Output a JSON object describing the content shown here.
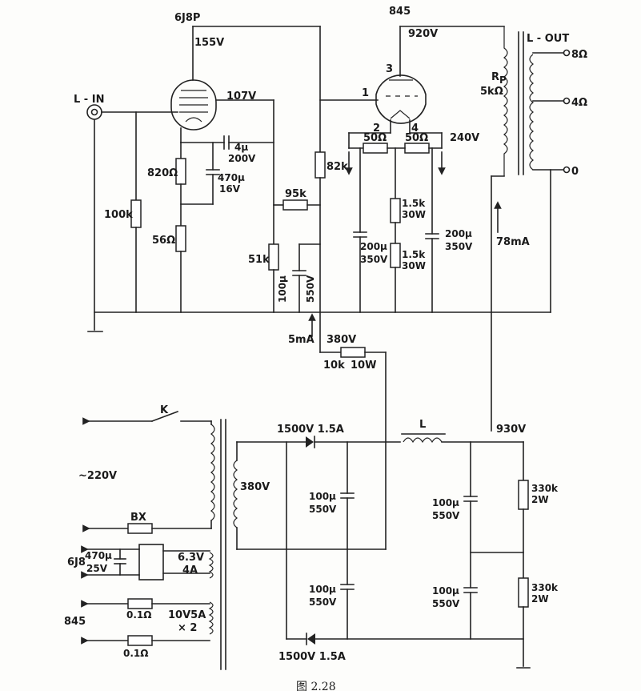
{
  "labels": {
    "tube1": "6J8P",
    "tube2": "845",
    "v155": "155V",
    "v107": "107V",
    "v920": "920V",
    "v240": "240V",
    "l_in": "L - IN",
    "l_out": "L - OUT",
    "out8": "8Ω",
    "out4": "4Ω",
    "out0": "0",
    "rp": "R",
    "rp_sub": "P",
    "rp_val": "5kΩ",
    "pin1": "1",
    "pin2": "2",
    "pin3": "3",
    "pin4": "4",
    "c4u_1": "4μ",
    "c4u_2": "200V",
    "r820": "820Ω",
    "c470_1": "470μ",
    "c470_2": "16V",
    "r100k": "100k",
    "r56": "56Ω",
    "r95k": "95k",
    "r82k": "82k",
    "r51k": "51k",
    "c100u_a": "100μ",
    "c100u_b": "550V",
    "r50a": "50Ω",
    "r50b": "50Ω",
    "r15k_a1": "1.5k",
    "r15k_a2": "30W",
    "r15k_b1": "1.5k",
    "r15k_b2": "30W",
    "c200a_1": "200μ",
    "c200a_2": "350V",
    "c200b_1": "200μ",
    "c200b_2": "350V",
    "i78": "78mA",
    "i5": "5mA",
    "v380": "380V",
    "r10k_1": "10k",
    "r10k_2": "10W",
    "switch": "K",
    "mains": "~220V",
    "d1": "1500V 1.5A",
    "d2": "1500V 1.5A",
    "choke": "L",
    "v930": "930V",
    "sec380": "380V",
    "cf1_1": "100μ",
    "cf1_2": "550V",
    "cf2_1": "100μ",
    "cf2_2": "550V",
    "cf3_1": "100μ",
    "cf3_2": "550V",
    "cf4_1": "100μ",
    "cf4_2": "550V",
    "rb1_1": "330k",
    "rb1_2": "2W",
    "rb2_1": "330k",
    "rb2_2": "2W",
    "fuse": "BX",
    "h6j8": "6J8",
    "h_c1": "470μ",
    "h_c2": "25V",
    "h_v1": "6.3V",
    "h_v2": "4A",
    "h845": "845",
    "h_r1": "0.1Ω",
    "h_r2": "0.1Ω",
    "h_w1": "10V5A",
    "h_w2": "× 2",
    "caption": "图 2.28"
  }
}
